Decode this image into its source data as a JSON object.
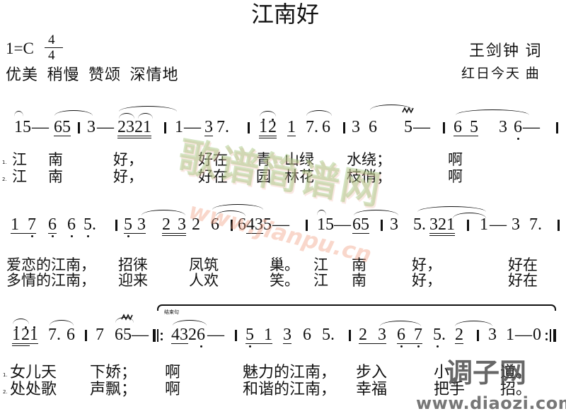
{
  "title": "江南好",
  "key": {
    "tonic": "1=C",
    "time_top": "4",
    "time_bottom": "4"
  },
  "tempo": "优美 稍慢 赞颂 深情地",
  "credits": {
    "lyricist": "王剑钟 词",
    "composer": "红日今天 曲"
  },
  "section_label": "结束句",
  "verse_marks": [
    "1.",
    "2."
  ],
  "lines": [
    {
      "notes": [
        "15",
        "—",
        "65",
        "3",
        "—",
        "2321",
        "1",
        "—",
        "3",
        "7.",
        "1",
        "2",
        "1",
        "7.",
        "6",
        "3",
        "6",
        "5",
        "—",
        "6",
        "5",
        "3",
        "6",
        "—"
      ],
      "lyrics": [
        [
          "江",
          "南",
          "好，",
          "好在",
          "青",
          "山绿",
          "水绕；",
          "啊"
        ],
        [
          "江",
          "南",
          "好，",
          "好在",
          "园",
          "林花",
          "枝俏；",
          "啊"
        ]
      ]
    },
    {
      "notes": [
        "1",
        "7",
        "6",
        "6",
        "5.",
        "5",
        "3",
        "2",
        "3",
        "2",
        "6",
        "6",
        "43",
        "5",
        "—",
        "15",
        "—",
        "65",
        "3",
        "5.",
        "321",
        "1",
        "—",
        "3",
        "7."
      ],
      "lyrics": [
        [
          "爱恋的江南，",
          "招徕",
          "凤筑",
          "巢。",
          "江",
          "南",
          "好，",
          "好在"
        ],
        [
          "多情的江南，",
          "迎来",
          "人欢",
          "笑。",
          "江",
          "南",
          "好，",
          "好在"
        ]
      ]
    },
    {
      "notes": [
        "1",
        "2",
        "1",
        "7.",
        "6",
        "7",
        "65",
        "—",
        "43",
        "2",
        "6",
        "—",
        "5",
        "1",
        "3",
        "6",
        "5.",
        "2",
        "3",
        "6",
        "7",
        "5.",
        "2",
        "3",
        "1",
        "—",
        "0"
      ],
      "lyrics": [
        [
          "女儿天",
          "下娇；",
          "啊",
          "魅力的江南，",
          "步入",
          "小",
          "道。"
        ],
        [
          "处处歌",
          "声飘；",
          "啊",
          "和谐的江南，",
          "幸福",
          "把手",
          "招。"
        ]
      ]
    }
  ],
  "watermarks": {
    "site_cn": "歌谱简谱网",
    "site_cn_url": "www.jianpu.cn",
    "site2": "调子网",
    "site2_url": "www.diaozi.com"
  }
}
